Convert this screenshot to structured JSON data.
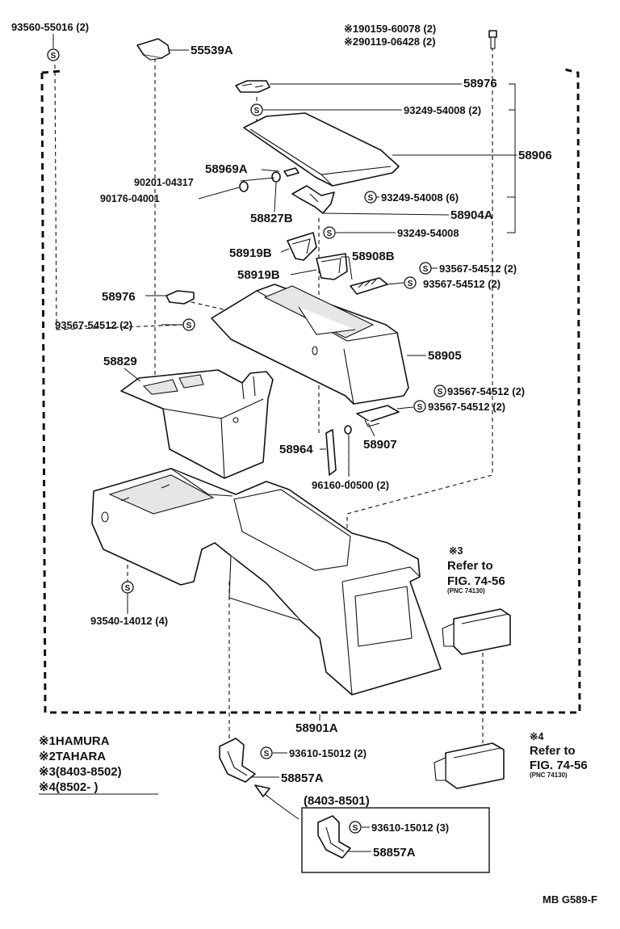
{
  "callouts": {
    "p93560": "93560-55016 (2)",
    "p55539A": "55539A",
    "p190159": "※190159-60078 (2)",
    "p290119": "※290119-06428 (2)",
    "p58976_top": "58976",
    "p93249_a": "93249-54008 (2)",
    "p58906": "58906",
    "p58969A": "58969A",
    "p90201": "90201-04317",
    "p90176": "90176-04001",
    "p93249_b": "93249-54008 (6)",
    "p58827B": "58827B",
    "p58904A": "58904A",
    "p93249_c": "93249-54008",
    "p58919B_a": "58919B",
    "p58908B": "58908B",
    "p93567_a": "93567-54512 (2)",
    "p58919B_b": "58919B",
    "p93567_b": "93567-54512 (2)",
    "p58976_mid": "58976",
    "p93567_c": "93567-54512 (2)",
    "p58905": "58905",
    "p58829": "58829",
    "p93567_d": "93567-54512 (2)",
    "p93567_e": "93567-54512 (2)",
    "p58907": "58907",
    "p58964": "58964",
    "p96160": "96160-00500 (2)",
    "p93540": "93540-14012 (4)",
    "p58901A": "58901A",
    "p93610_a": "93610-15012 (2)",
    "p58857A_a": "58857A",
    "p93610_b": "93610-15012 (3)",
    "p58857A_b": "58857A"
  },
  "refs": {
    "ref3_mark": "※3",
    "ref3_line1": "Refer to",
    "ref3_line2": "FIG. 74-56",
    "ref3_pnc": "(PNC 74130)",
    "ref4_mark": "※4",
    "ref4_line1": "Refer to",
    "ref4_line2": "FIG. 74-56",
    "ref4_pnc": "(PNC 74130)"
  },
  "legend": {
    "l1": "※1HAMURA",
    "l2": "※2TAHARA",
    "l3": "※3(8403-8502)",
    "l4": "※4(8502-        )"
  },
  "inset_range": "(8403-8501)",
  "screw_symbol": "S",
  "figure_code": "MB G589-F"
}
